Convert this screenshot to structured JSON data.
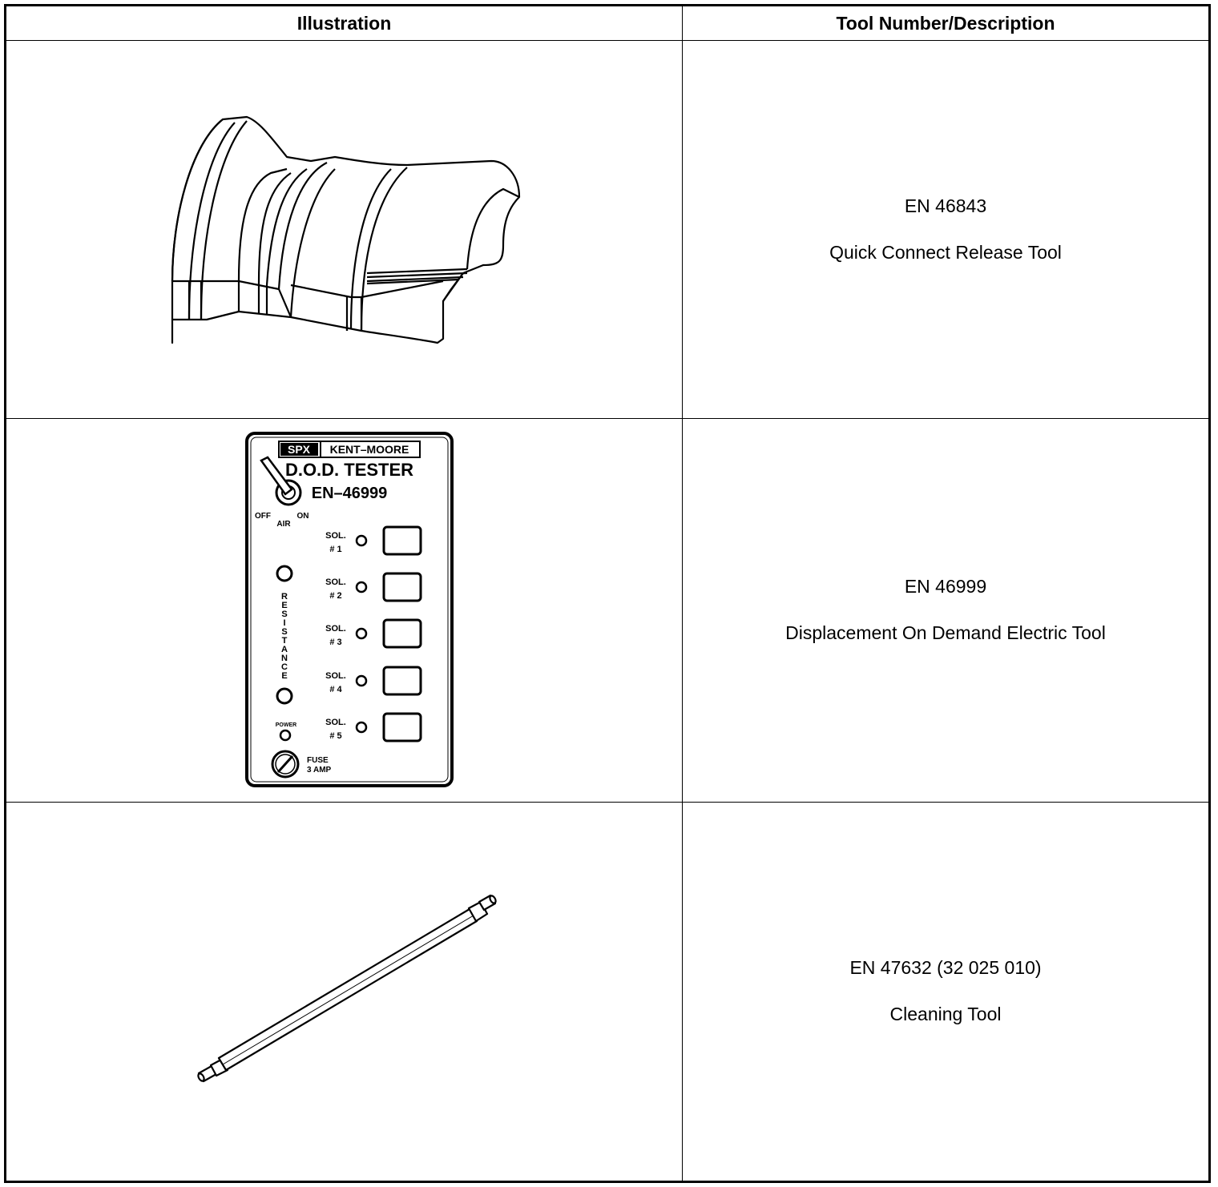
{
  "headers": {
    "illustration": "Illustration",
    "tool": "Tool Number/Description"
  },
  "rows": [
    {
      "tool_number": "EN 46843",
      "description": "Quick Connect Release Tool"
    },
    {
      "tool_number": "EN 46999",
      "description": "Displacement On Demand Electric Tool"
    },
    {
      "tool_number": "EN 47632 (32 025 010)",
      "description": "Cleaning Tool"
    }
  ],
  "tester_labels": {
    "brand_spx": "SPX",
    "brand_km": "KENT–MOORE",
    "title": "D.O.D. TESTER",
    "model": "EN–46999",
    "off": "OFF",
    "on": "ON",
    "air": "AIR",
    "sol1_a": "SOL.",
    "sol1_b": "# 1",
    "sol2_a": "SOL.",
    "sol2_b": "# 2",
    "sol3_a": "SOL.",
    "sol3_b": "# 3",
    "sol4_a": "SOL.",
    "sol4_b": "# 4",
    "sol5_a": "SOL.",
    "sol5_b": "# 5",
    "resistance": [
      "R",
      "E",
      "S",
      "I",
      "S",
      "T",
      "A",
      "N",
      "C",
      "E"
    ],
    "power": "POWER",
    "fuse": "FUSE",
    "amp": "3 AMP"
  }
}
